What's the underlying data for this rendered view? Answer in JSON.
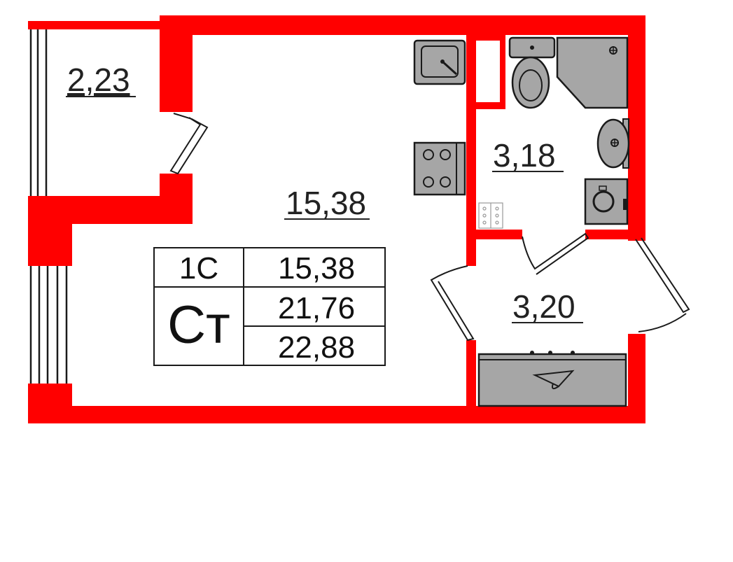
{
  "plan": {
    "colors": {
      "wall": "#ff0000",
      "fixture": "#a6a6a6",
      "line": "#1a1a1a",
      "background": "#ffffff"
    },
    "rooms": {
      "balcony": {
        "area": "2,23"
      },
      "living": {
        "area": "15,38"
      },
      "bathroom": {
        "area": "3,18"
      },
      "hall": {
        "area": "3,20"
      }
    },
    "summary": {
      "rooms_code": "1С",
      "type_label": "Ст",
      "living_area": "15,38",
      "total_area": "21,76",
      "total_with_balcony": "22,88"
    },
    "fixtures": [
      "kitchen-sink-icon",
      "stove-icon",
      "toilet-icon",
      "shower-cabin-icon",
      "wash-basin-icon",
      "washing-machine-icon",
      "electrical-panel-icon",
      "wardrobe-icon",
      "hanger-icon"
    ]
  }
}
